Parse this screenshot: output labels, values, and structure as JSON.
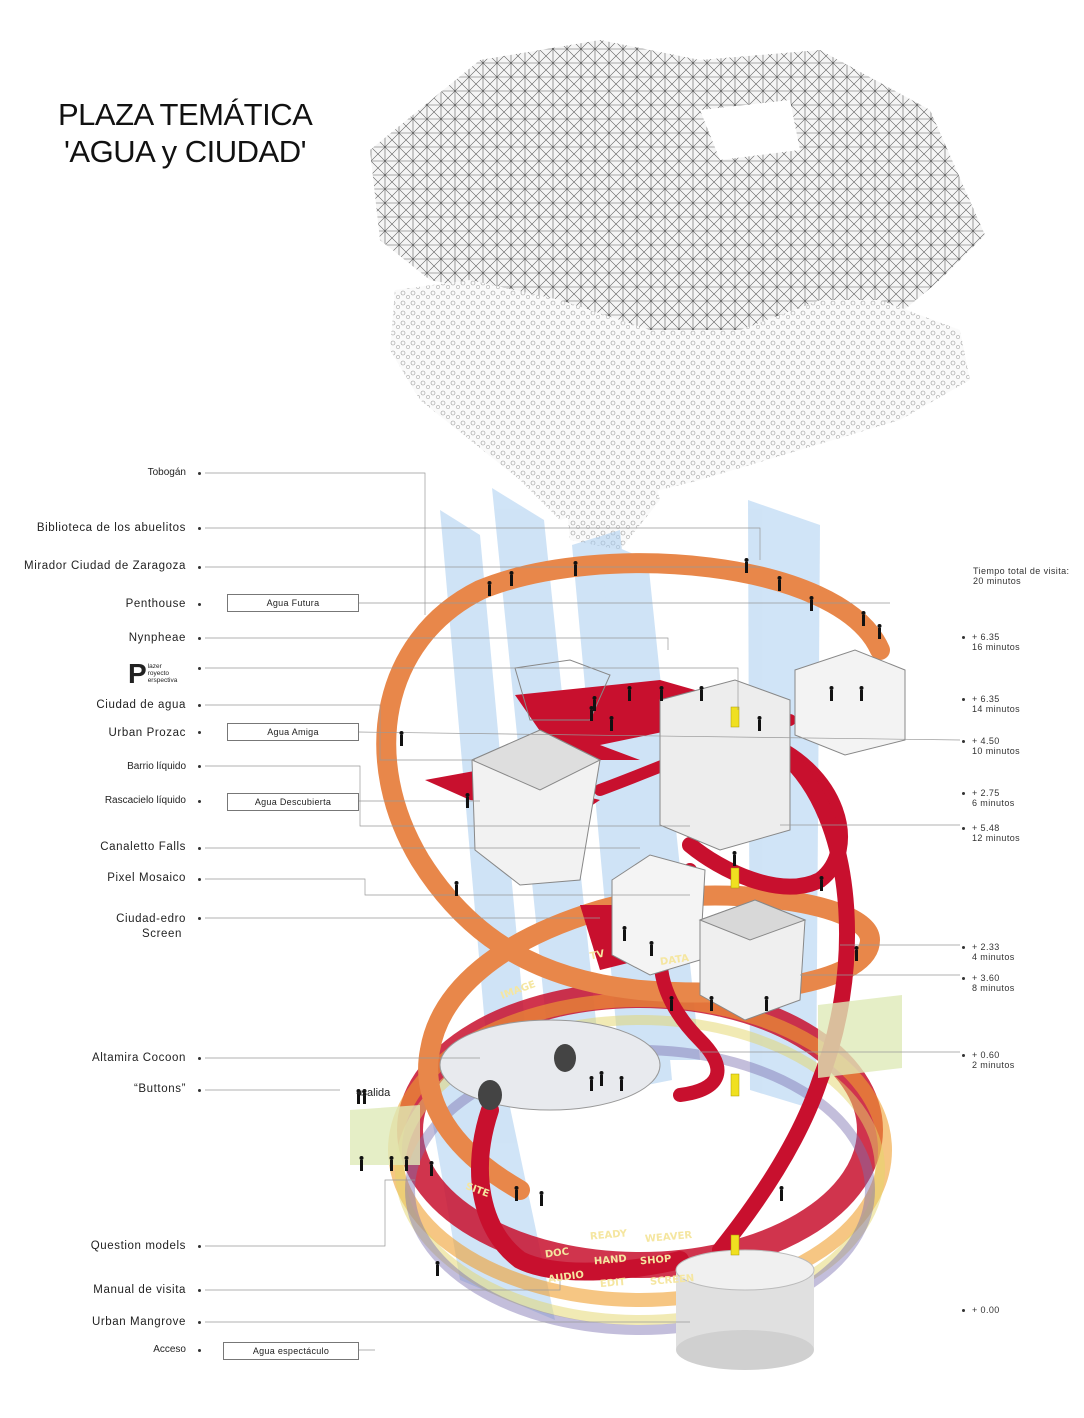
{
  "title": {
    "line1": "PLAZA TEMÁTICA",
    "line2": "'AGUA y CIUDAD'"
  },
  "left_labels": [
    {
      "id": "tobogan",
      "text": "Tobogán",
      "small": true
    },
    {
      "id": "biblioteca",
      "text": "Biblioteca de los abuelitos"
    },
    {
      "id": "mirador",
      "text": "Mirador Ciudad de Zaragoza"
    },
    {
      "id": "penthouse",
      "text": "Penthouse"
    },
    {
      "id": "nynpheae",
      "text": "Nynpheae"
    },
    {
      "id": "ciudad-agua",
      "text": "Ciudad de agua"
    },
    {
      "id": "urban-prozac",
      "text": "Urban Prozac"
    },
    {
      "id": "barrio",
      "text": "Barrio líquido",
      "small": true
    },
    {
      "id": "rascacielo",
      "text": "Rascacielo líquido",
      "small": true
    },
    {
      "id": "canaletto",
      "text": "Canaletto Falls"
    },
    {
      "id": "pixel",
      "text": "Pixel Mosaico"
    },
    {
      "id": "ciudad-edro",
      "text": "Ciudad-edro",
      "text2": "Screen"
    },
    {
      "id": "altamira",
      "text": "Altamira Cocoon"
    },
    {
      "id": "buttons",
      "text": "“Buttons”"
    },
    {
      "id": "question",
      "text": "Question models"
    },
    {
      "id": "manual",
      "text": "Manual de visita"
    },
    {
      "id": "mangrove",
      "text": "Urban Mangrove"
    },
    {
      "id": "acceso",
      "text": "Acceso",
      "small": true
    }
  ],
  "logo": {
    "letter": "P",
    "lines": [
      "lazer",
      "royecto",
      "erspectiva"
    ]
  },
  "boxes": {
    "futura": "Agua Futura",
    "amiga": "Agua Amiga",
    "descubierta": "Agua Descubierta",
    "espectaculo": "Agua espectáculo"
  },
  "salida": "◂salida",
  "time_total": {
    "line1": "Tiempo total de visita:",
    "line2": "20 minutos"
  },
  "times": [
    {
      "id": "t1",
      "level": "+ 6.35",
      "minutes": "16 minutos"
    },
    {
      "id": "t2",
      "level": "+ 6.35",
      "minutes": "14 minutos"
    },
    {
      "id": "t3",
      "level": "+ 4.50",
      "minutes": "10 minutos"
    },
    {
      "id": "t4",
      "level": "+ 2.75",
      "minutes": "6 minutos"
    },
    {
      "id": "t5",
      "level": "+ 5.48",
      "minutes": "12 minutos"
    },
    {
      "id": "t6",
      "level": "+ 2.33",
      "minutes": "4 minutos"
    },
    {
      "id": "t7",
      "level": "+ 3.60",
      "minutes": "8 minutos"
    },
    {
      "id": "t8",
      "level": "+ 0.60",
      "minutes": "2 minutos"
    },
    {
      "id": "t9",
      "level": "+ 0.00",
      "minutes": ""
    }
  ],
  "screen_words": [
    "IMAGE",
    "TV",
    "DATA",
    "SITE",
    "READY",
    "WEAVER",
    "HAND",
    "SHOP",
    "AUDIO",
    "EDIT",
    "SCREEN",
    "DOC"
  ],
  "colors": {
    "orange": "#e8874a",
    "red": "#c8102e",
    "blue": "#a9cdf0",
    "yellow": "#f0e020"
  }
}
